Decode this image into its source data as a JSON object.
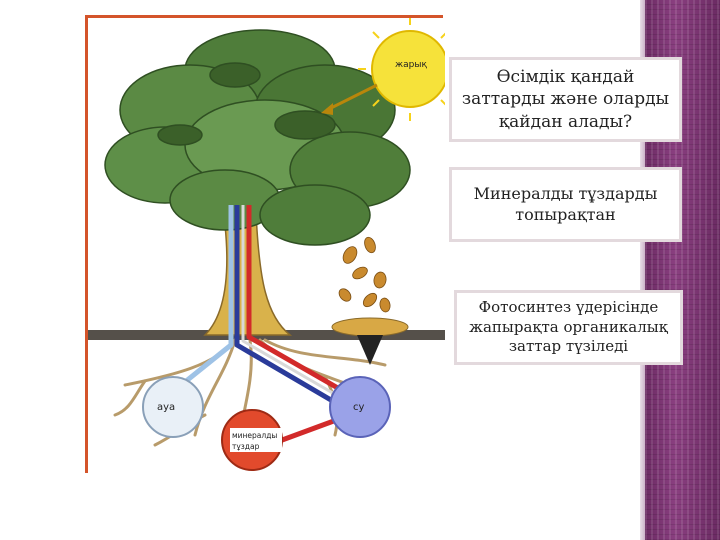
{
  "diagram": {
    "sun_label": "жарық",
    "air_label": "ауа",
    "water_label": "су",
    "minerals_label_line1": "минералды",
    "minerals_label_line2": "тұздар"
  },
  "boxes": {
    "question": "Өсімдік қандай заттарды және оларды қайдан алады?",
    "answer1": "Минералды тұздарды топырақтан",
    "answer2": "Фотосинтез үдерісінде жапырақта органикалық заттар түзіледі"
  },
  "colors": {
    "sun": "#f6e23a",
    "air": "#e9f0f7",
    "minerals": "#e24a2c",
    "water": "#9aa2e8",
    "foliage": "#4f7d3a",
    "trunk": "#d9b24b",
    "accent_purple": "#7a3570"
  }
}
